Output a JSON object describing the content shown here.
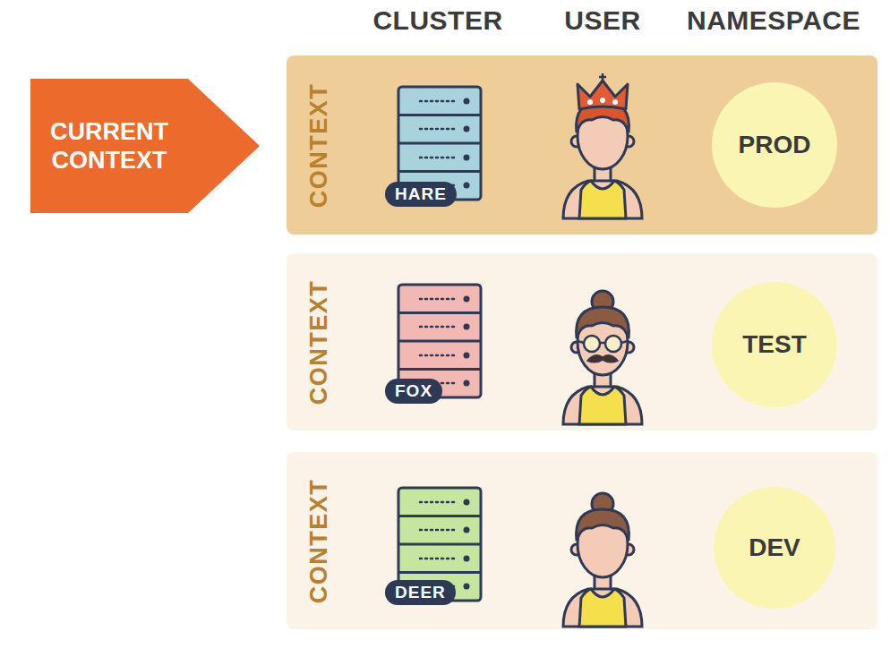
{
  "diagram": {
    "nodes": [
      {
        "text": [
          "CURRENT CONTEXT"
        ]
      },
      {
        "text": [
          "CONTEXT"
        ]
      },
      {
        "text": [
          "HARE"
        ],
        "in": 1
      },
      {
        "text": [
          "PROD"
        ],
        "in": 1
      },
      {
        "text": [
          "CONTEXT"
        ]
      },
      {
        "text": [
          "FOX"
        ],
        "in": 4
      },
      {
        "text": [
          "TEST"
        ],
        "in": 4
      },
      {
        "text": [
          "CONTEXT"
        ]
      },
      {
        "text": [
          "DEER"
        ],
        "in": 7
      },
      {
        "text": [
          "DEV"
        ],
        "in": 7
      }
    ],
    "labels": [
      "CLUSTER",
      "USER",
      "NAMESPACE"
    ]
  }
}
